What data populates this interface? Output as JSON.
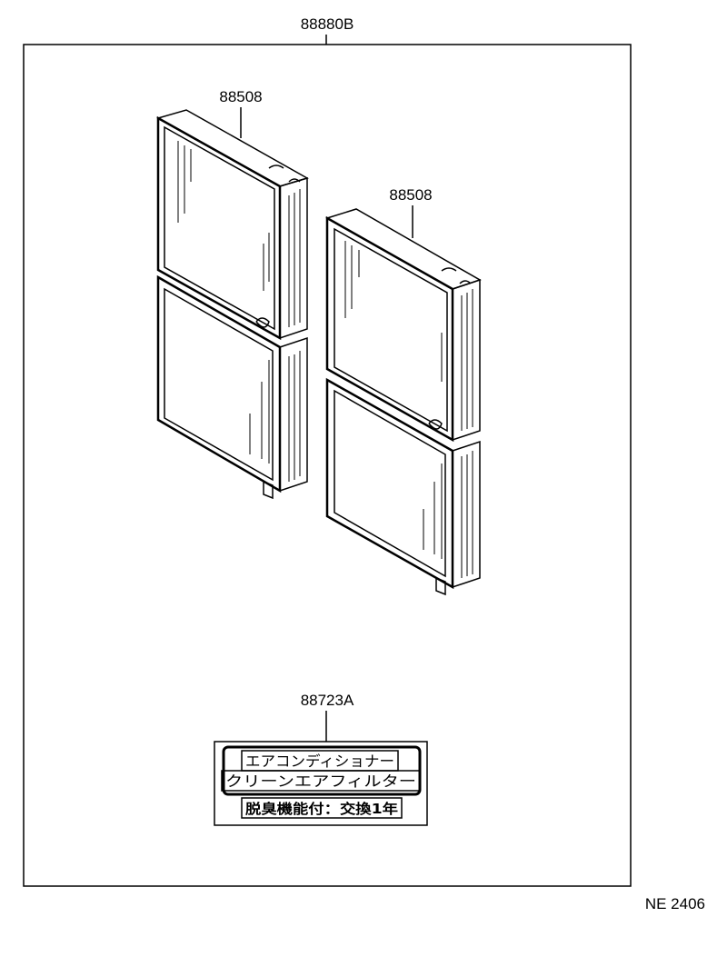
{
  "labels": {
    "kit_part_no": "88880B",
    "filter_part_no_left": "88508",
    "filter_part_no_right": "88508",
    "label_part_no": "88723A",
    "figure_code": "NE 2406"
  },
  "caution_label": {
    "line1": "エアコンディショナー",
    "line2": "クリーンエアフィルター",
    "line3": "脱臭機能付：交換1年"
  }
}
